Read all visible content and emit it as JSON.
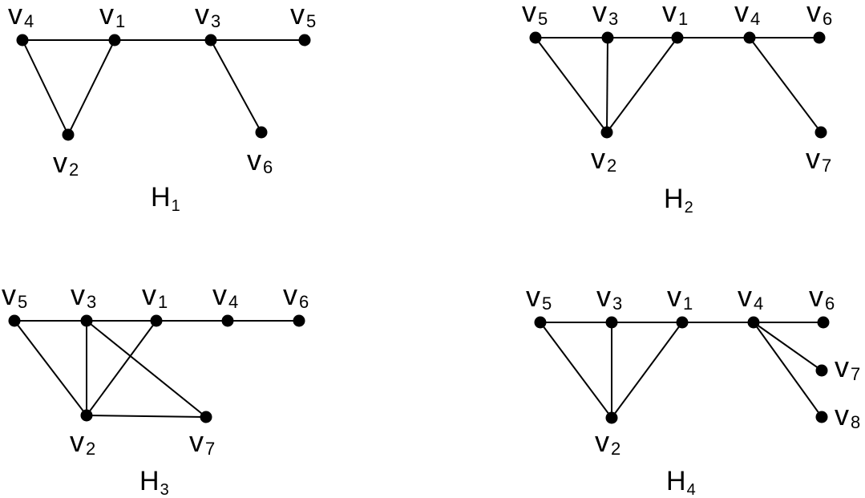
{
  "colors": {
    "background": "#ffffff",
    "ink": "#000000"
  },
  "graphs": [
    {
      "name": {
        "base": "H",
        "sub": "1"
      },
      "vertices": [
        {
          "id": "v4",
          "base": "v",
          "sub": "4"
        },
        {
          "id": "v1",
          "base": "v",
          "sub": "1"
        },
        {
          "id": "v3",
          "base": "v",
          "sub": "3"
        },
        {
          "id": "v5",
          "base": "v",
          "sub": "5"
        },
        {
          "id": "v2",
          "base": "v",
          "sub": "2"
        },
        {
          "id": "v6",
          "base": "v",
          "sub": "6"
        }
      ],
      "edges": [
        [
          "v4",
          "v1"
        ],
        [
          "v1",
          "v3"
        ],
        [
          "v3",
          "v5"
        ],
        [
          "v4",
          "v2"
        ],
        [
          "v1",
          "v2"
        ],
        [
          "v3",
          "v6"
        ]
      ]
    },
    {
      "name": {
        "base": "H",
        "sub": "2"
      },
      "vertices": [
        {
          "id": "v5",
          "base": "v",
          "sub": "5"
        },
        {
          "id": "v3",
          "base": "v",
          "sub": "3"
        },
        {
          "id": "v1",
          "base": "v",
          "sub": "1"
        },
        {
          "id": "v4",
          "base": "v",
          "sub": "4"
        },
        {
          "id": "v6",
          "base": "v",
          "sub": "6"
        },
        {
          "id": "v2",
          "base": "v",
          "sub": "2"
        },
        {
          "id": "v7",
          "base": "v",
          "sub": "7"
        }
      ],
      "edges": [
        [
          "v5",
          "v3"
        ],
        [
          "v3",
          "v1"
        ],
        [
          "v1",
          "v4"
        ],
        [
          "v4",
          "v6"
        ],
        [
          "v5",
          "v2"
        ],
        [
          "v3",
          "v2"
        ],
        [
          "v1",
          "v2"
        ],
        [
          "v4",
          "v7"
        ]
      ]
    },
    {
      "name": {
        "base": "H",
        "sub": "3"
      },
      "vertices": [
        {
          "id": "v5",
          "base": "v",
          "sub": "5"
        },
        {
          "id": "v3",
          "base": "v",
          "sub": "3"
        },
        {
          "id": "v1",
          "base": "v",
          "sub": "1"
        },
        {
          "id": "v4",
          "base": "v",
          "sub": "4"
        },
        {
          "id": "v6",
          "base": "v",
          "sub": "6"
        },
        {
          "id": "v2",
          "base": "v",
          "sub": "2"
        },
        {
          "id": "v7",
          "base": "v",
          "sub": "7"
        }
      ],
      "edges": [
        [
          "v5",
          "v3"
        ],
        [
          "v3",
          "v1"
        ],
        [
          "v1",
          "v4"
        ],
        [
          "v4",
          "v6"
        ],
        [
          "v5",
          "v2"
        ],
        [
          "v3",
          "v2"
        ],
        [
          "v1",
          "v2"
        ],
        [
          "v3",
          "v7"
        ],
        [
          "v2",
          "v7"
        ]
      ]
    },
    {
      "name": {
        "base": "H",
        "sub": "4"
      },
      "vertices": [
        {
          "id": "v5",
          "base": "v",
          "sub": "5"
        },
        {
          "id": "v3",
          "base": "v",
          "sub": "3"
        },
        {
          "id": "v1",
          "base": "v",
          "sub": "1"
        },
        {
          "id": "v4",
          "base": "v",
          "sub": "4"
        },
        {
          "id": "v6",
          "base": "v",
          "sub": "6"
        },
        {
          "id": "v2",
          "base": "v",
          "sub": "2"
        },
        {
          "id": "v7",
          "base": "v",
          "sub": "7"
        },
        {
          "id": "v8",
          "base": "v",
          "sub": "8"
        }
      ],
      "edges": [
        [
          "v5",
          "v3"
        ],
        [
          "v3",
          "v1"
        ],
        [
          "v1",
          "v4"
        ],
        [
          "v4",
          "v6"
        ],
        [
          "v5",
          "v2"
        ],
        [
          "v3",
          "v2"
        ],
        [
          "v1",
          "v2"
        ],
        [
          "v4",
          "v7"
        ],
        [
          "v4",
          "v8"
        ]
      ]
    }
  ]
}
